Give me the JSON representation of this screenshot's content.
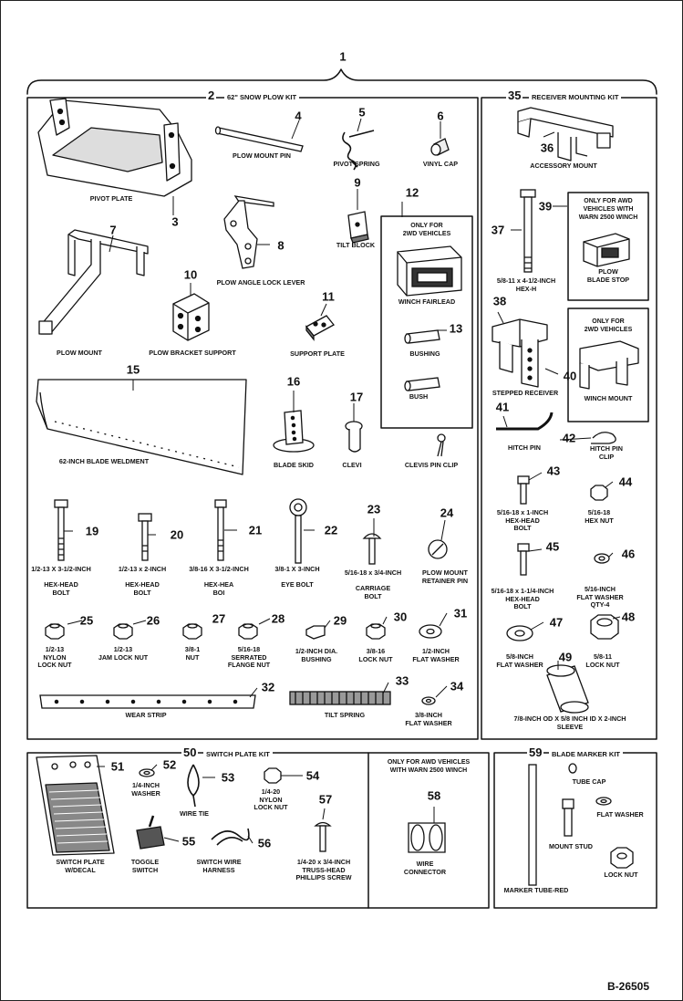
{
  "diagram": {
    "assembly_number": "1",
    "reference": "B-26505",
    "kits": {
      "snow_plow_kit": {
        "number": "2",
        "title": "62\" SNOW PLOW KIT"
      },
      "receiver_mounting_kit": {
        "number": "35",
        "title": "RECEIVER MOUNTING KIT"
      },
      "switch_plate_kit": {
        "number": "50",
        "title": "SWITCH PLATE KIT"
      },
      "blade_marker_kit": {
        "number": "59",
        "title": "BLADE MARKER KIT"
      }
    },
    "notes": {
      "winch_fairlead_box": "ONLY FOR\n2WD VEHICLES",
      "awd_plow_stop_box": "ONLY FOR AWD\nVEHICLES WITH\nWARN 2500 WINCH",
      "winch_mount_box": "ONLY FOR\n2WD VEHICLES",
      "wire_connector_box": "ONLY FOR AWD VEHICLES\nWITH WARN 2500 WINCH"
    },
    "callouts": {
      "c3": "3",
      "c4": "4",
      "c5": "5",
      "c6": "6",
      "c7": "7",
      "c8": "8",
      "c9": "9",
      "c10": "10",
      "c11": "11",
      "c12": "12",
      "c13": "13",
      "c15": "15",
      "c16": "16",
      "c17": "17",
      "c19": "19",
      "c20": "20",
      "c21": "21",
      "c22": "22",
      "c23": "23",
      "c24": "24",
      "c25": "25",
      "c26": "26",
      "c27": "27",
      "c28": "28",
      "c29": "29",
      "c30": "30",
      "c31": "31",
      "c32": "32",
      "c33": "33",
      "c34": "34",
      "c36": "36",
      "c37": "37",
      "c38": "38",
      "c39": "39",
      "c40": "40",
      "c41": "41",
      "c42": "42",
      "c43": "43",
      "c44": "44",
      "c45": "45",
      "c46": "46",
      "c47": "47",
      "c48": "48",
      "c49": "49",
      "c51": "51",
      "c52": "52",
      "c53": "53",
      "c54": "54",
      "c55": "55",
      "c56": "56",
      "c57": "57",
      "c58": "58"
    },
    "labels": {
      "pivot_plate": "PIVOT PLATE",
      "plow_mount_pin": "PLOW MOUNT PIN",
      "pivot_spring": "PIVOT SPRING",
      "vinyl_cap": "VINYL CAP",
      "tilt_block": "TILT BLOCK",
      "plow_angle_lock_lever": "PLOW ANGLE LOCK LEVER",
      "plow_mount": "PLOW MOUNT",
      "plow_bracket_support": "PLOW BRACKET SUPPORT",
      "support_plate": "SUPPORT PLATE",
      "winch_fairlead": "WINCH FAIRLEAD",
      "bushing_13": "BUSHING",
      "bushing_14": "BUSH",
      "blade_weldment": "62-INCH BLADE WELDMENT",
      "blade_skid": "BLADE SKID",
      "clevis_pin": "CLEVI",
      "clevis_pin_clip": "CLEVIS PIN CLIP",
      "bolt_19": "1/2-13 X 3-1/2-INCH\n\nHEX-HEAD\nBOLT",
      "bolt_20": "1/2-13 x 2-INCH\n\nHEX-HEAD\nBOLT",
      "bolt_21": "3/8-16 X 3-1/2-INCH\n\nHEX-HEA\nBOI",
      "eye_bolt": "3/8-1 X 3-INCH\n\nEYE BOLT",
      "carriage_bolt": "5/16-18 x 3/4-INCH\n\nCARRIAGE\nBOLT",
      "retainer_pin": "PLOW MOUNT\nRETAINER PIN",
      "nut_25": "1/2-13\nNYLON\nLOCK NUT",
      "nut_26": "1/2-13\nJAM LOCK NUT",
      "nut_27": "3/8-1\nNUT",
      "nut_28": "5/16-18\nSERRATED\nFLANGE NUT",
      "bushing_29": "1/2-INCH DIA.\nBUSHING",
      "nut_30": "3/8-16\nLOCK NUT",
      "washer_31": "1/2-INCH\nFLAT WASHER",
      "wear_strip": "WEAR STRIP",
      "tilt_spring": "TILT SPRING",
      "washer_34": "3/8-INCH\nFLAT WASHER",
      "accessory_mount": "ACCESSORY MOUNT",
      "bolt_37": "5/8-11 x 4-1/2-INCH\nHEX-H",
      "plow_blade_stop": "PLOW\nBLADE STOP",
      "stepped_receiver": "STEPPED RECEIVER",
      "winch_mount": "WINCH MOUNT",
      "hitch_pin": "HITCH PIN",
      "hitch_pin_clip": "HITCH PIN\nCLIP",
      "bolt_43": "5/16-18 x 1-INCH\nHEX-HEAD\nBOLT",
      "nut_44": "5/16-18\nHEX NUT",
      "bolt_45": "5/16-18 x 1-1/4-INCH\nHEX-HEAD\nBOLT",
      "washer_46": "5/16-INCH\nFLAT WASHER\nQTY-4",
      "washer_47": "5/8-INCH\nFLAT WASHER",
      "nut_48": "5/8-11\nLOCK NUT",
      "sleeve": "7/8-INCH OD X 5/8 INCH ID X 2-INCH\nSLEEVE",
      "decal": "SWITCH PLATE\nW/DECAL",
      "washer_52": "1/4-INCH\nWASHER",
      "wire_tie": "WIRE TIE",
      "nut_54": "1/4-20\nNYLON\nLOCK NUT",
      "toggle_switch": "TOGGLE\nSWITCH",
      "harness": "SWITCH WIRE\nHARNESS",
      "screw_57": "1/4-20 x 3/4-INCH\nTRUSS-HEAD\nPHILLIPS SCREW",
      "wire_connector": "WIRE\nCONNECTOR",
      "tube_cap": "TUBE CAP",
      "flat_washer": "FLAT WASHER",
      "mount_stud": "MOUNT STUD",
      "lock_nut": "LOCK NUT",
      "marker_tube": "MARKER TUBE-RED"
    }
  }
}
